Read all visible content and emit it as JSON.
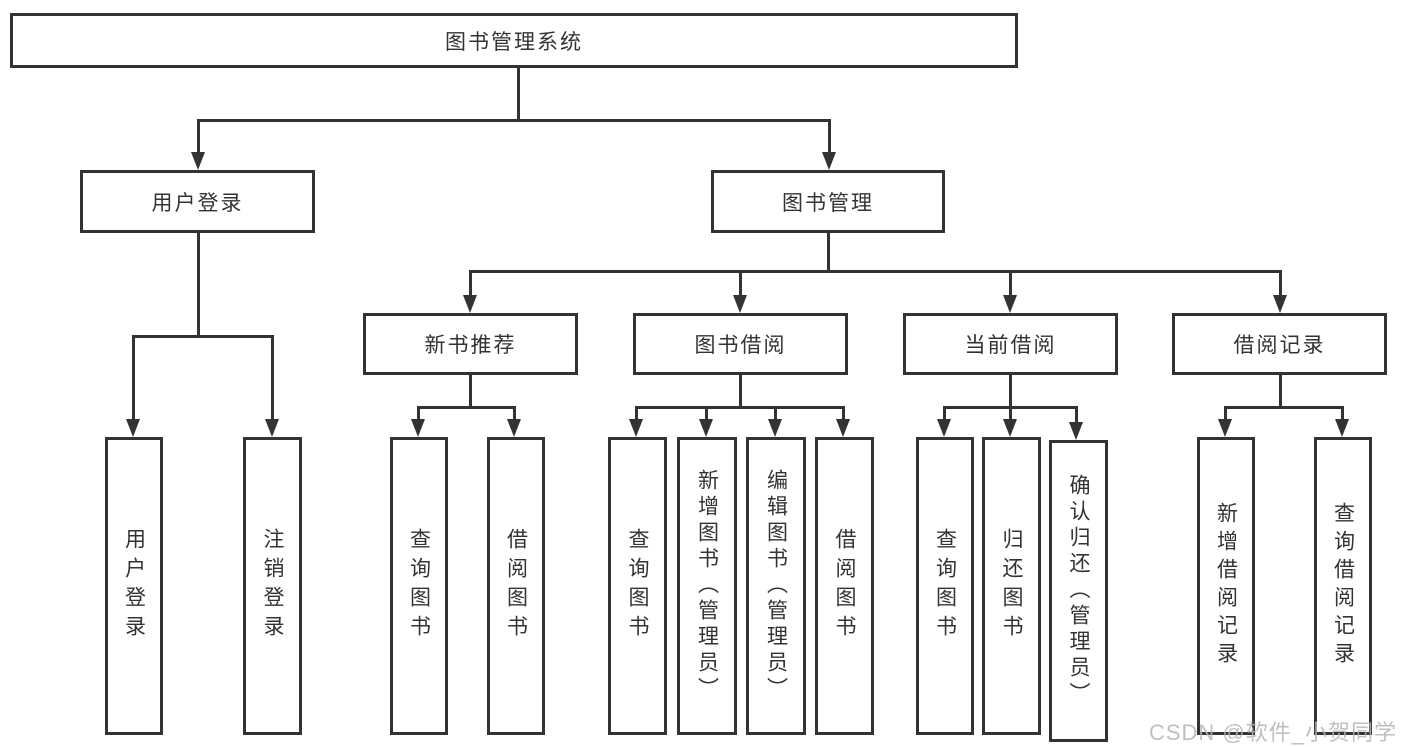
{
  "diagram": {
    "type": "hierarchy-tree",
    "root": {
      "label": "图书管理系统",
      "children": [
        {
          "label": "用户登录",
          "children": [
            {
              "label": "用户登录"
            },
            {
              "label": "注销登录"
            }
          ]
        },
        {
          "label": "图书管理",
          "children": [
            {
              "label": "新书推荐",
              "children": [
                {
                  "label": "查询图书"
                },
                {
                  "label": "借阅图书"
                }
              ]
            },
            {
              "label": "图书借阅",
              "children": [
                {
                  "label": "查询图书"
                },
                {
                  "label": "新增图书（管理员）"
                },
                {
                  "label": "编辑图书（管理员）"
                },
                {
                  "label": "借阅图书"
                }
              ]
            },
            {
              "label": "当前借阅",
              "children": [
                {
                  "label": "查询图书"
                },
                {
                  "label": "归还图书"
                },
                {
                  "label": "确认归还（管理员）"
                }
              ]
            },
            {
              "label": "借阅记录",
              "children": [
                {
                  "label": "新增借阅记录"
                },
                {
                  "label": "查询借阅记录"
                }
              ]
            }
          ]
        }
      ]
    }
  },
  "watermark": {
    "text": "CSDN @软件_小贺同学"
  },
  "colors": {
    "line": "#333333",
    "box_border": "#333333",
    "box_fill": "#ffffff",
    "text": "#333333",
    "watermark": "#b5b5b5",
    "background": "#ffffff"
  }
}
